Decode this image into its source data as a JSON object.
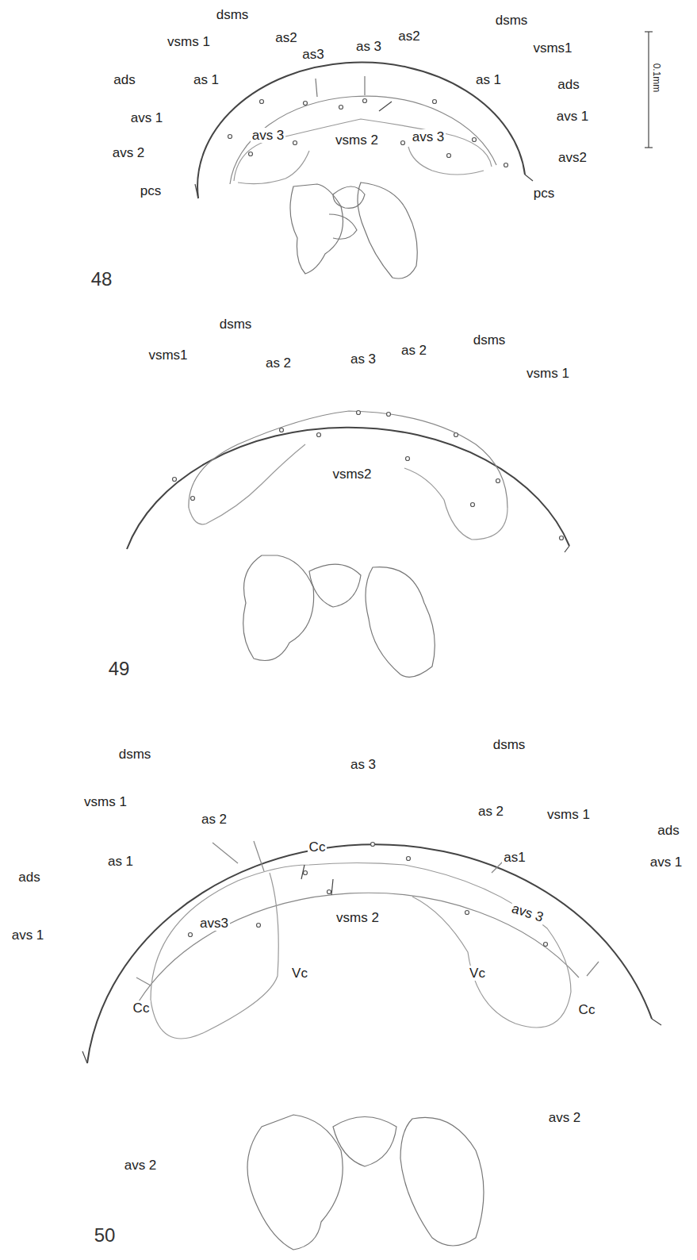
{
  "diagram": {
    "labels": [
      "dsms",
      "dsms",
      "vsms 1",
      "as2",
      "as3",
      "as 3",
      "as2",
      "vsms1",
      "ads",
      "as 1",
      "as 1",
      "ads",
      "avs 1",
      "avs 3",
      "vsms 2",
      "avs 3",
      "avs 1",
      "avs 2",
      "avs2",
      "pcs",
      "pcs",
      "0.1mm",
      "48",
      "dsms",
      "vsms1",
      "as 2",
      "as 3",
      "as 2",
      "dsms",
      "vsms 1",
      "vsms2",
      "49",
      "dsms",
      "as 3",
      "dsms",
      "vsms 1",
      "as 2",
      "as 2",
      "vsms 1",
      "ads",
      "as 1",
      "ads",
      "Cc",
      "as1",
      "avs 1",
      "avs 1",
      "vsms 2",
      "avs3",
      "avs 3",
      "Vc",
      "Vc",
      "Cc",
      "Cc",
      "avs 2",
      "avs 2",
      "50"
    ]
  }
}
